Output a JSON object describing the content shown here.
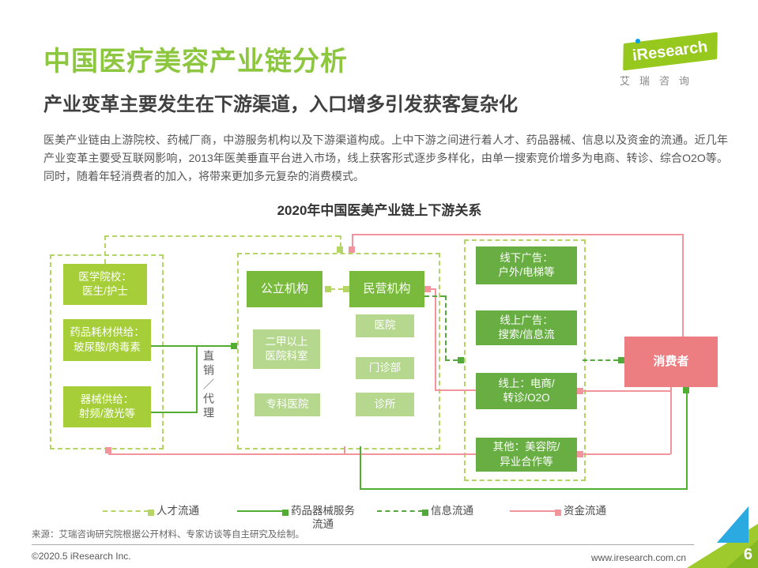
{
  "page": {
    "title": "中国医疗美容产业链分析",
    "subtitle": "产业变革主要发生在下游渠道，入口增多引发获客复杂化",
    "paragraph": "医美产业链由上游院校、药械厂商，中游服务机构以及下游渠道构成。上中下游之间进行着人才、药品器械、信息以及资金的流通。近几年产业变革主要受互联网影响，2013年医美垂直平台进入市场，线上获客形式逐步多样化，由单一搜索竞价增多为电商、转诊、综合O2O等。同时，随着年轻消费者的加入，将带来更加多元复杂的消费模式。"
  },
  "logo": {
    "brand": "iResearch",
    "subtext": "艾瑞咨询"
  },
  "diagram": {
    "title": "2020年中国医美产业链上下游关系",
    "upstream": {
      "school": "医学院校：\n医生/护士",
      "pharma": "药品耗材供给：\n玻尿酸/肉毒素",
      "device": "器械供给：\n射频/激光等",
      "channel_label": "直销／代理"
    },
    "midstream": {
      "public": "公立机构",
      "private": "民营机构",
      "public_subs": [
        "二甲以上\n医院科室",
        "专科医院"
      ],
      "private_subs": [
        "医院",
        "门诊部",
        "诊所"
      ]
    },
    "downstream": [
      "线下广告：\n户外/电梯等",
      "线上广告：\n搜索/信息流",
      "线上：电商/\n转诊/O2O",
      "其他：美容院/\n异业合作等"
    ],
    "consumer": "消费者"
  },
  "legend": [
    {
      "label": "人才流通",
      "line": "dashed",
      "color": "#b5d665"
    },
    {
      "label": "药品器械服务\n流通",
      "line": "solid",
      "color": "#52ae32"
    },
    {
      "label": "信息流通",
      "line": "dashed",
      "color": "#55a83b"
    },
    {
      "label": "资金流通",
      "line": "solid",
      "color": "#f2949c"
    }
  ],
  "footer": {
    "source": "来源：艾瑞咨询研究院根据公开材料、专家访谈等自主研究及绘制。",
    "copyright": "©2020.5 iResearch Inc.",
    "website": "www.iresearch.com.cn",
    "page_number": "6"
  },
  "colors": {
    "title_green": "#8dc63f",
    "box_yellow_green": "#a6ce39",
    "box_mid_green": "#79ba3d",
    "box_right_green": "#68ae43",
    "box_pale_green": "#b6d88e",
    "consumer_pink": "#ec7d81",
    "line_pink": "#f2949c",
    "line_green": "#52ae32",
    "dash_light_green": "#b5d665",
    "dash_info_green": "#55a83b"
  }
}
